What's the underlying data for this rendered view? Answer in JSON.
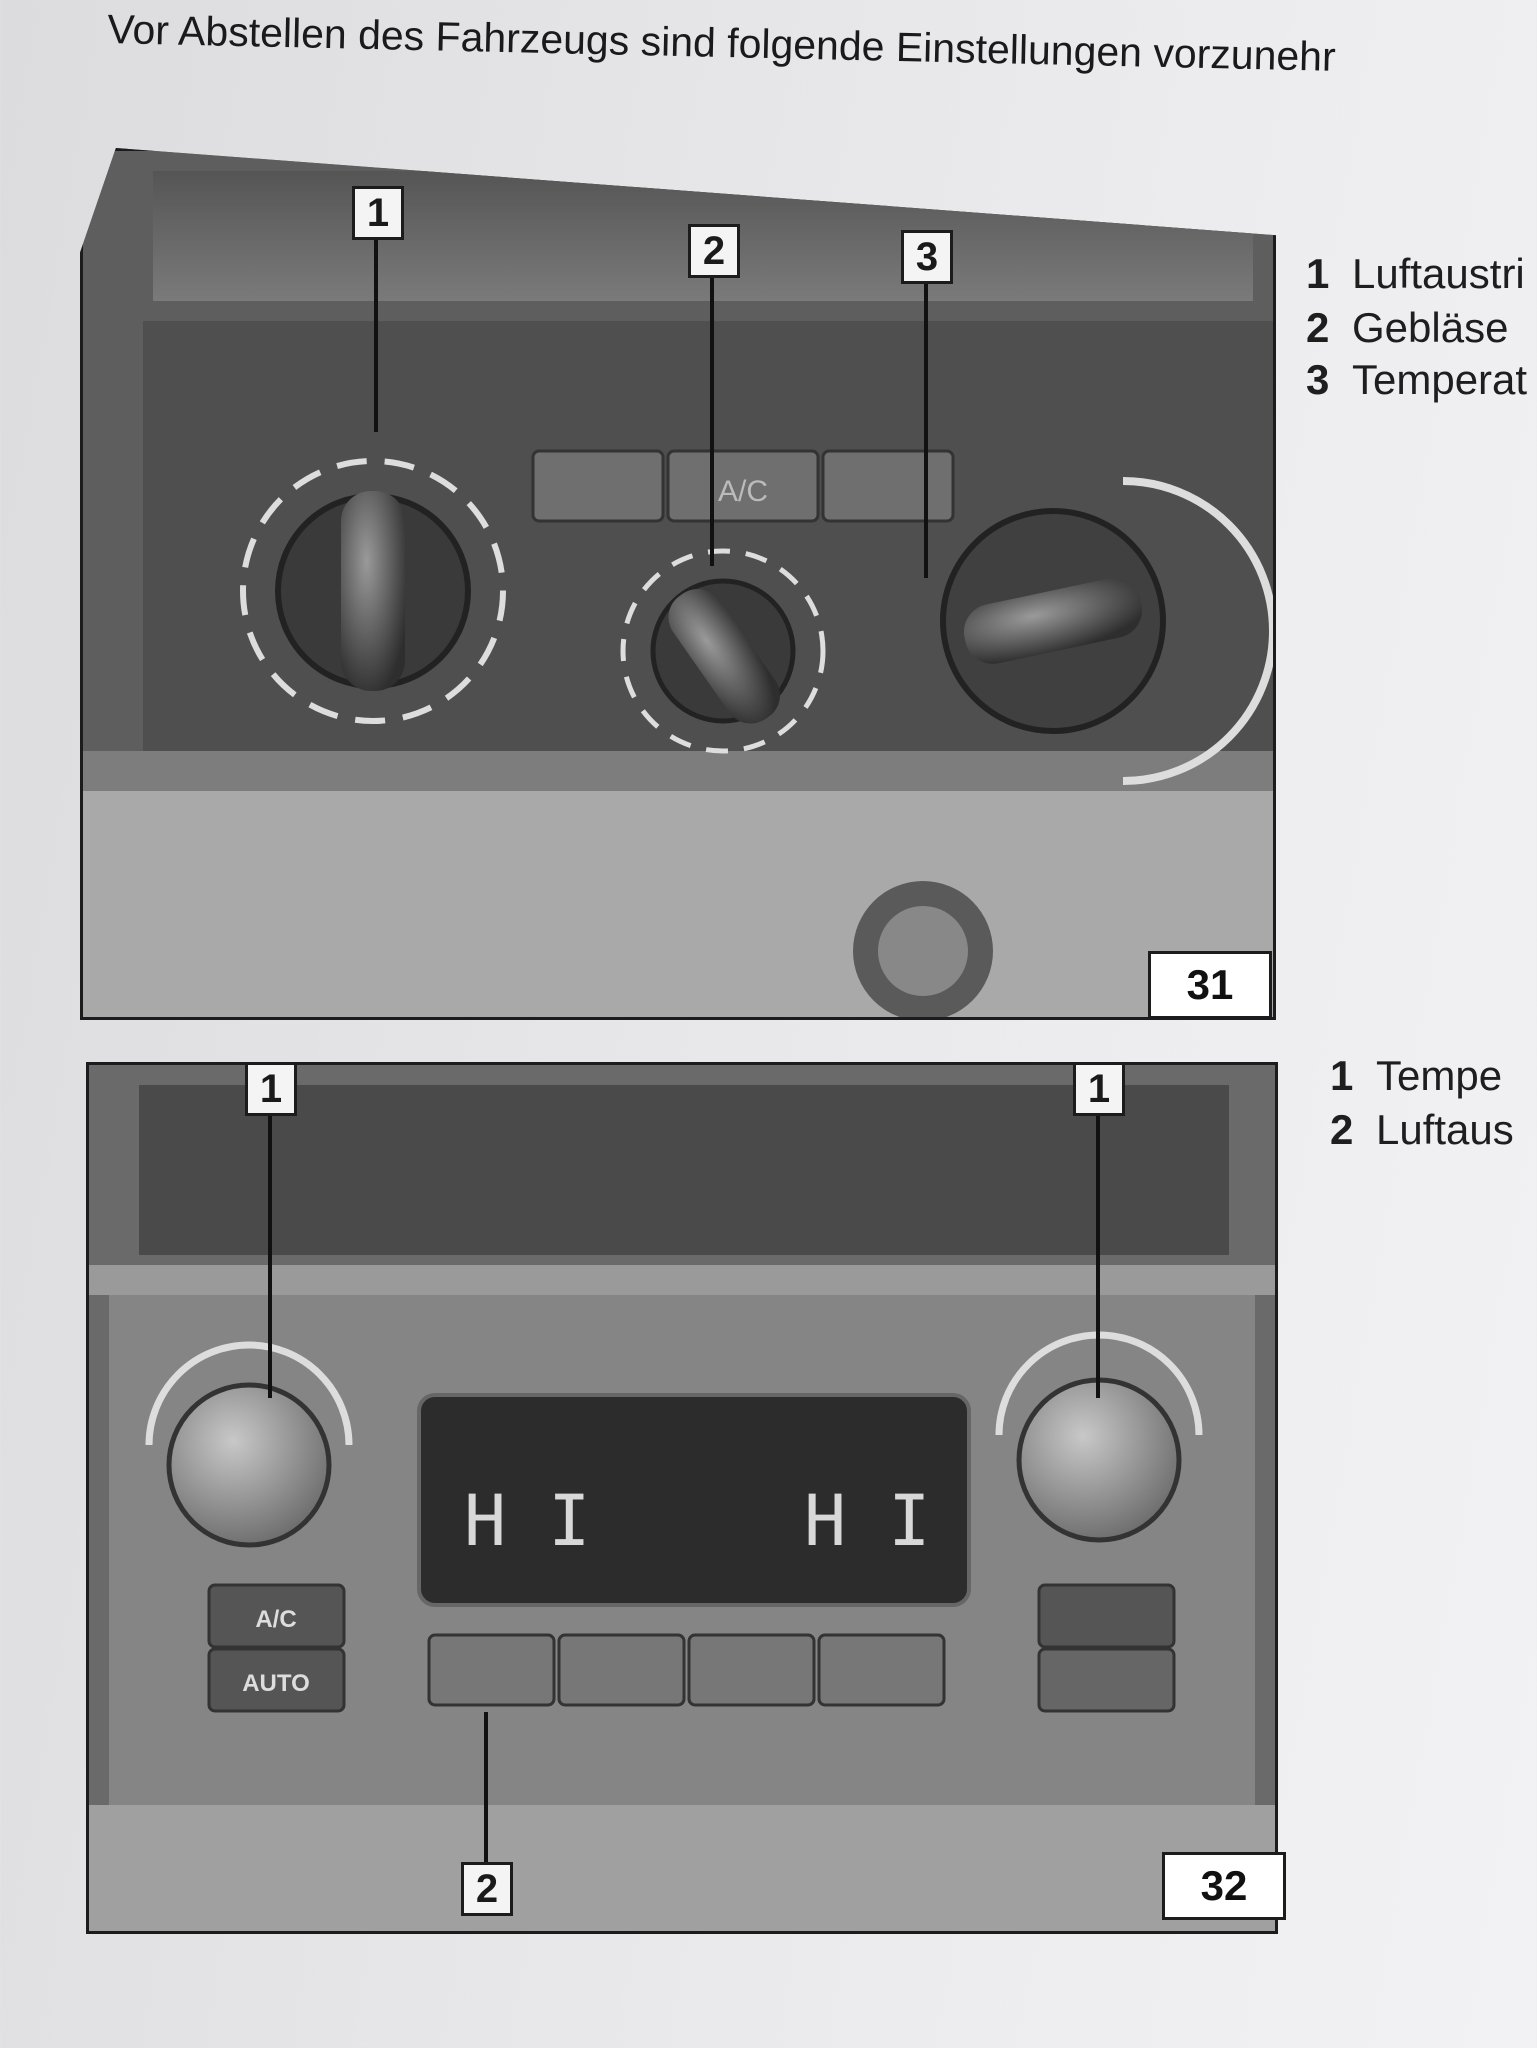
{
  "heading": "Vor Abstellen des Fahrzeugs sind folgende Einstellungen vorzunehr",
  "figure31": {
    "number": "31",
    "callouts": [
      "1",
      "2",
      "3"
    ],
    "panel_buttons": [
      "A/C"
    ],
    "legend": [
      {
        "num": "1",
        "text": "Luftaustri"
      },
      {
        "num": "2",
        "text": "Gebläse"
      },
      {
        "num": "3",
        "text": "Temperat"
      }
    ]
  },
  "figure32": {
    "number": "32",
    "callouts": [
      "1",
      "1",
      "2"
    ],
    "display_left": "H I",
    "display_right": "H I",
    "buttons": [
      "A/C",
      "AUTO"
    ],
    "legend": [
      {
        "num": "1",
        "text": "Tempe"
      },
      {
        "num": "2",
        "text": "Luftaus"
      }
    ]
  }
}
